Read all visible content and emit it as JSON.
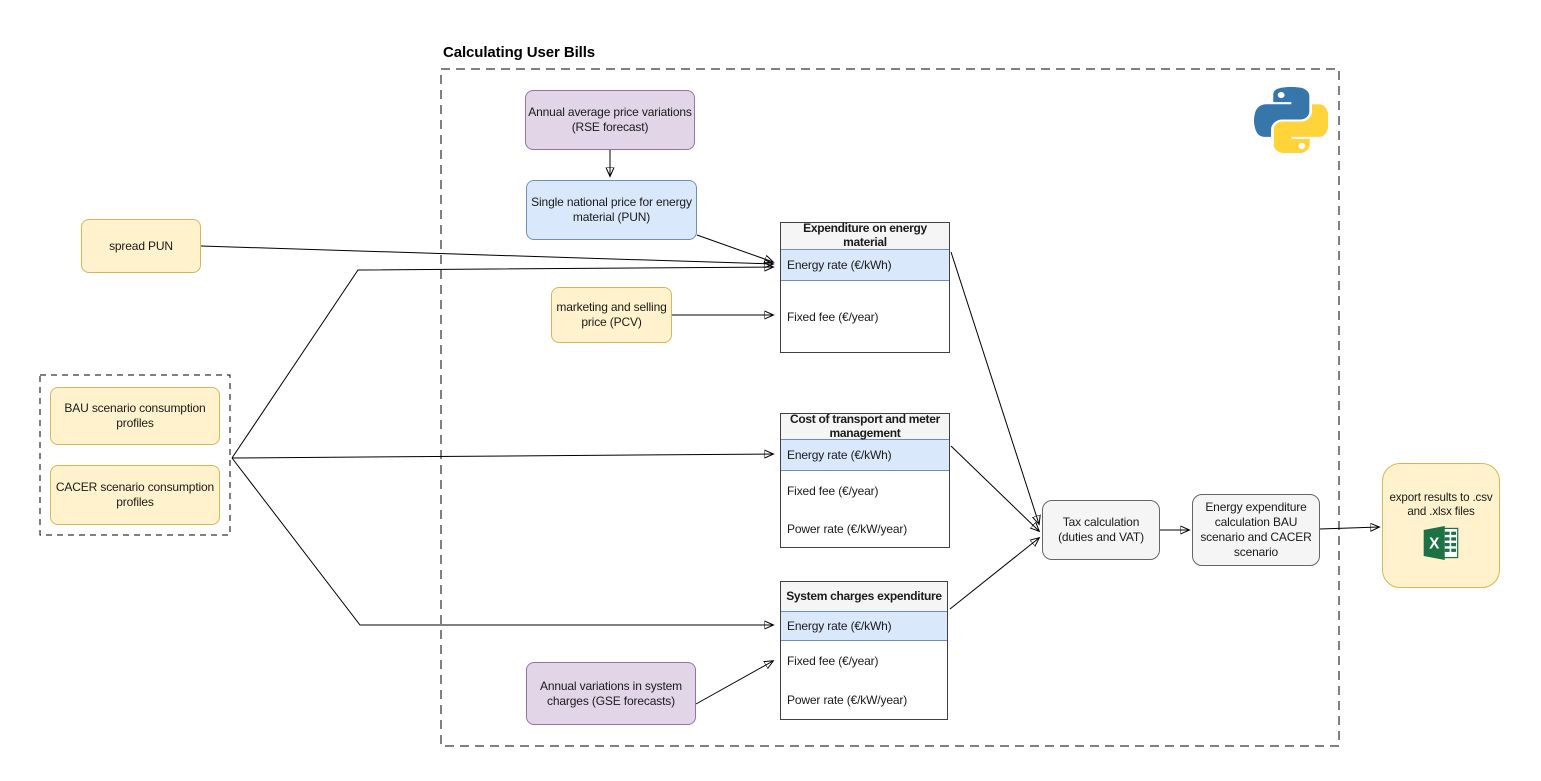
{
  "diagram_title": "Calculating User Bills",
  "colors": {
    "yellow_fill": "#FFF2CC",
    "yellow_stroke": "#D6B656",
    "purple_fill": "#E1D5E7",
    "purple_stroke": "#9673A6",
    "blue_fill": "#DAE8FC",
    "blue_stroke": "#6C8EBF",
    "gray_fill": "#F5F5F5",
    "gray_stroke": "#666666",
    "highlight_row_fill": "#DAE8FC",
    "excel_green": "#1E7145",
    "python_blue": "#3776AB",
    "python_yellow": "#FFD43B"
  },
  "nodes": {
    "rse_forecast": {
      "label": "Annual average price variations (RSE forecast)"
    },
    "pun": {
      "label": "Single national price for energy material (PUN)"
    },
    "spread_pun": {
      "label": "spread PUN"
    },
    "pcv": {
      "label": "marketing and selling price (PCV)"
    },
    "bau_profiles": {
      "label": "BAU scenario consumption profiles"
    },
    "cacer_profiles": {
      "label": "CACER scenario consumption profiles"
    },
    "gse_forecasts": {
      "label": "Annual variations in system charges (GSE forecasts)"
    },
    "tax": {
      "label": "Tax calculation (duties and VAT)"
    },
    "energy_exp": {
      "label": "Energy expenditure calculation BAU scenario and CACER scenario"
    },
    "export": {
      "label": "export results to .csv and .xlsx files"
    }
  },
  "tables": [
    {
      "header": "Expenditure on energy material",
      "rows": [
        {
          "label": "Energy rate (€/kWh)",
          "highlighted": true
        },
        {
          "label": "Fixed fee (€/year)",
          "highlighted": false
        }
      ]
    },
    {
      "header": "Cost of transport and meter management",
      "rows": [
        {
          "label": "Energy rate (€/kWh)",
          "highlighted": true
        },
        {
          "label": "Fixed fee (€/year)",
          "highlighted": false
        },
        {
          "label": "Power rate (€/kW/year)",
          "highlighted": false
        }
      ]
    },
    {
      "header": "System charges expenditure",
      "rows": [
        {
          "label": "Energy rate (€/kWh)",
          "highlighted": true
        },
        {
          "label": "Fixed fee (€/year)",
          "highlighted": false
        },
        {
          "label": "Power rate (€/kW/year)",
          "highlighted": false
        }
      ]
    }
  ],
  "icons": {
    "python": "python-logo",
    "excel": "excel-spreadsheet-icon"
  }
}
